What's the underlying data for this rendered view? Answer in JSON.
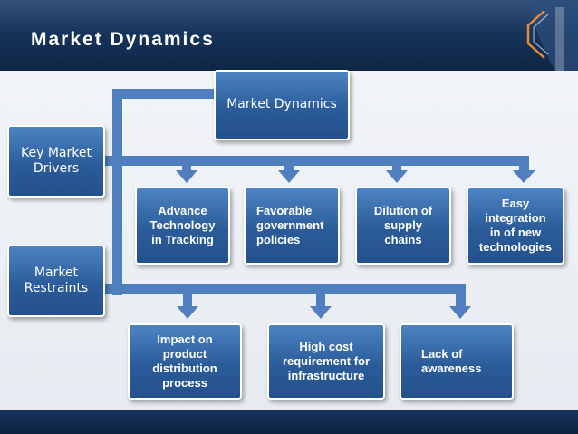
{
  "header": {
    "title": "Market Dynamics"
  },
  "nodes": {
    "root": "Market Dynamics",
    "drivers_label": "Key Market\nDrivers",
    "restraints_label": "Market\nRestraints",
    "drivers": [
      "Advance\nTechnology\nin Tracking",
      "Favorable\ngovernment\npolicies",
      "Dilution of\nsupply\nchains",
      "Easy\nintegration\nin of new\ntechnologies"
    ],
    "restraints": [
      "Impact on\nproduct\ndistribution\nprocess",
      "High cost\nrequirement for\ninfrastructure",
      "Lack of\nawareness"
    ]
  },
  "colors": {
    "header_bg": "#1a3a63",
    "box_fill": "#2f63a3",
    "box_border": "#ffffff",
    "connector": "#4f7fbf",
    "logo_accent": "#e8893a"
  }
}
